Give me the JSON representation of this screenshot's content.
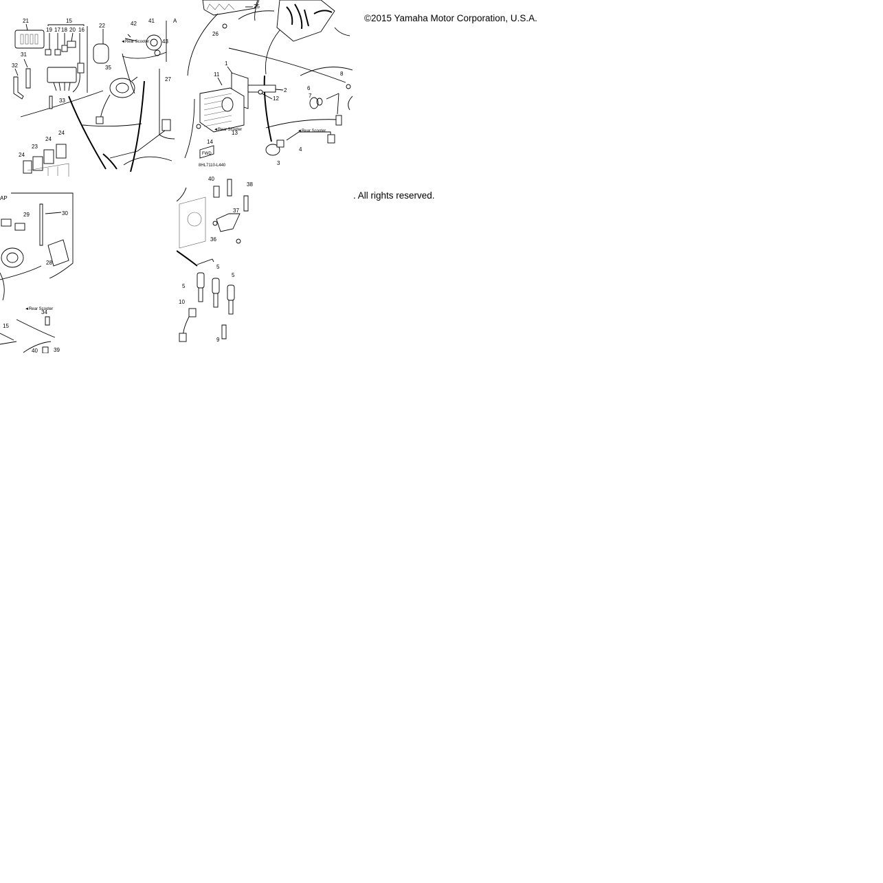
{
  "header": {
    "copyright": "©2015 Yamaha Motor Corporation, U.S.A.",
    "rights": ". All rights reserved."
  },
  "diagram": {
    "drawing_code": "8HL7110-L440",
    "fwd_label": "FWD",
    "tile_top_left": {
      "callouts": [
        "21",
        "15",
        "19",
        "17",
        "18",
        "20",
        "16",
        "22",
        "42",
        "41",
        "43",
        "31",
        "32",
        "35",
        "27",
        "33",
        "24",
        "23",
        "24",
        "24"
      ],
      "partial_letter": "A"
    },
    "tile_top_right": {
      "callouts": [
        "25",
        "26",
        "1",
        "11",
        "2",
        "12",
        "6",
        "7",
        "8",
        "13",
        "14",
        "4",
        "3"
      ]
    },
    "tile_bottom_left": {
      "callouts": [
        "AP",
        "29",
        "30",
        "28",
        "34",
        "15",
        "40",
        "39"
      ]
    },
    "tile_bottom_right": {
      "callouts": [
        "40",
        "38",
        "37",
        "36",
        "5",
        "5",
        "5",
        "10",
        "9"
      ]
    }
  },
  "colors": {
    "ink": "#000000",
    "paper": "#ffffff"
  }
}
